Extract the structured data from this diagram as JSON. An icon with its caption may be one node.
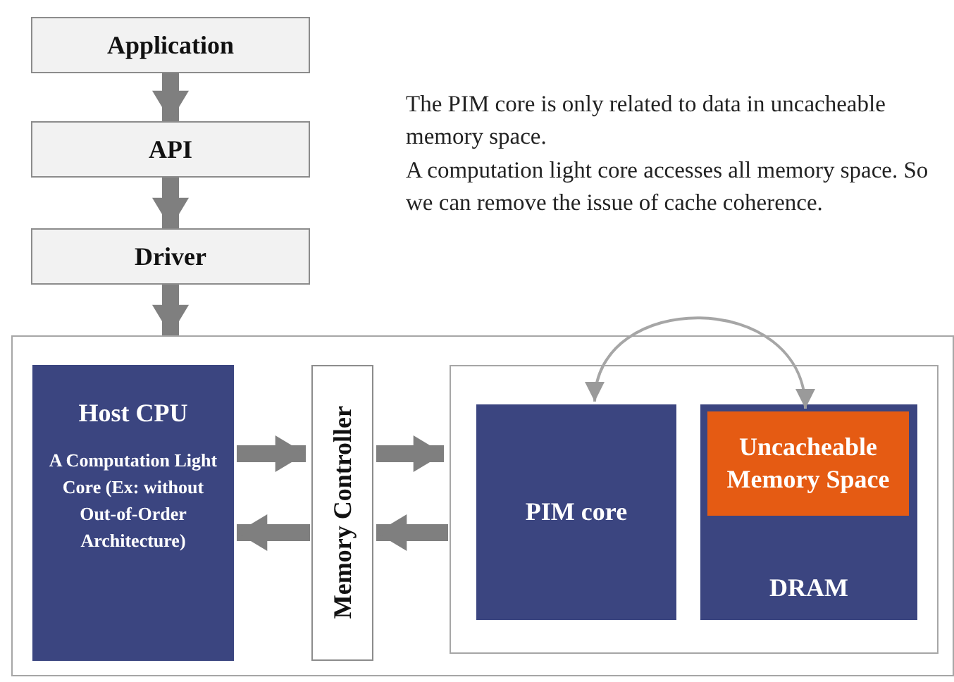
{
  "diagram": {
    "nodes": [
      {
        "text": [
          "Application"
        ]
      },
      {
        "text": [
          "API"
        ]
      },
      {
        "text": [
          "Driver"
        ]
      },
      {
        "text": [],
        "shape": "box"
      },
      {
        "text": [
          "Host CPU",
          "A Computation Light Core (Ex: without Out-of-Order Architecture)"
        ],
        "in": 3
      },
      {
        "text": [
          "Memory Controller"
        ],
        "in": 3
      },
      {
        "text": [],
        "shape": "box",
        "in": 3
      },
      {
        "text": [
          "PIM core"
        ],
        "in": 6
      },
      {
        "text": [
          "DRAM"
        ],
        "in": 6
      },
      {
        "text": [
          "Uncacheable Memory Space"
        ],
        "in": 8
      }
    ],
    "edges": [
      {
        "from": 0,
        "to": 1,
        "arrow": "to"
      },
      {
        "from": 1,
        "to": 2,
        "arrow": "to"
      },
      {
        "from": 2,
        "to": 3,
        "arrow": "to"
      },
      {
        "from": 4,
        "to": 5,
        "arrow": "to"
      },
      {
        "from": 5,
        "to": 4,
        "arrow": "to"
      },
      {
        "from": 5,
        "to": 6,
        "arrow": "to"
      },
      {
        "from": 6,
        "to": 5,
        "arrow": "to"
      },
      {
        "from": 7,
        "to": 9,
        "arrow": "both",
        "color": "#a6a6a6"
      }
    ],
    "labels": [
      "The PIM core is only related to data in uncacheable memory space.",
      "A computation light core accesses all memory space. So we can remove the issue of cache coherence."
    ]
  }
}
